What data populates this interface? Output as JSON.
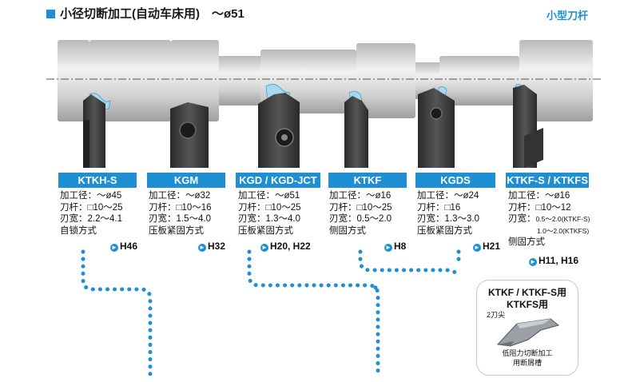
{
  "header": {
    "title": "小径切断加工(自动车床用)",
    "title_suffix": "～ø51",
    "series": "小型刀杆"
  },
  "tools": [
    {
      "name": "KTKH-S",
      "lines": [
        "加工径：～ø45",
        "刀杆：□10～25",
        "刃宽：2.2～4.1",
        "自锁方式"
      ],
      "ref": "H46"
    },
    {
      "name": "KGM",
      "lines": [
        "加工径：～ø32",
        "刀杆：□10～16",
        "刃宽：1.5～4.0",
        "压板紧固方式"
      ],
      "ref": "H32"
    },
    {
      "name": "KGD / KGD-JCT",
      "lines": [
        "加工径：～ø51",
        "刀杆：□10～25",
        "刃宽：1.3～4.0",
        "压板紧固方式"
      ],
      "ref": "H20, H22"
    },
    {
      "name": "KTKF",
      "lines": [
        "加工径：～ø16",
        "刀杆：□10～25",
        "刃宽：0.5～2.0",
        "侧固方式"
      ],
      "ref": "H8"
    },
    {
      "name": "KGDS",
      "lines": [
        "加工径：～ø24",
        "刀杆：□16",
        "刃宽：1.3～3.0",
        "压板紧固方式"
      ],
      "ref": "H21"
    },
    {
      "name": "KTKF-S / KTKFS",
      "lines": [
        "加工径：～ø16",
        "刀杆：□10～12",
        "刃宽：",
        "0.5～2.0(KTKF-S)",
        "1.0～2.0(KTKFS)",
        "侧固方式"
      ],
      "ref": "H11, H16"
    }
  ],
  "callout": {
    "title_line1": "KTKF / KTKF-S用",
    "title_line2": "KTKFS用",
    "corner_note": "2刀尖",
    "caption_line1": "低阻力切断加工",
    "caption_line2": "用断屑槽"
  },
  "colors": {
    "accent": "#1e8fd2",
    "workpiece": "#d8d8d8",
    "holder": "#3a3a3a"
  }
}
